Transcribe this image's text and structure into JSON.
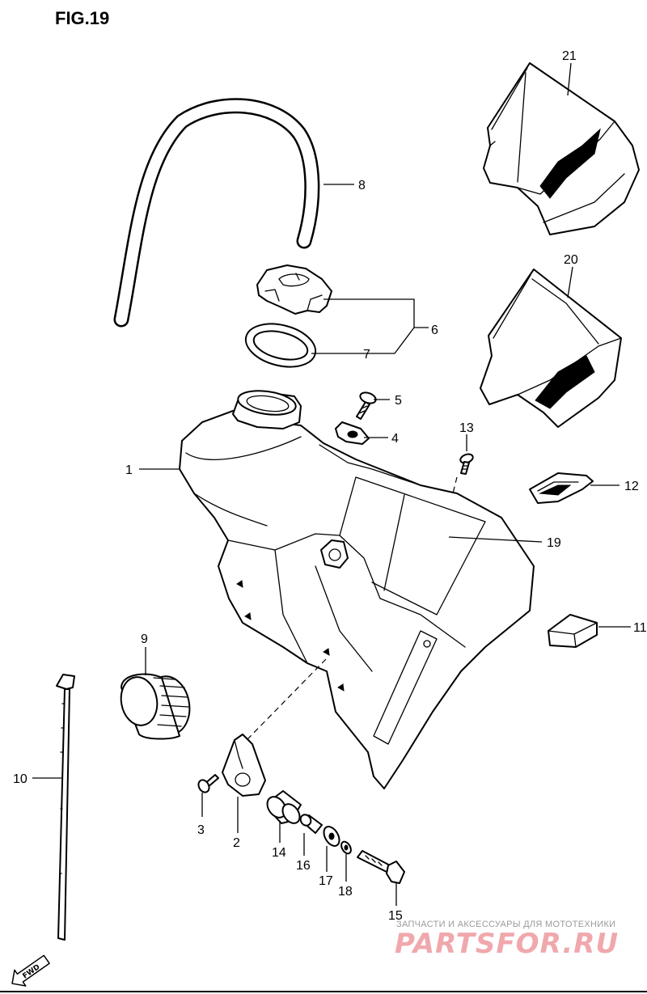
{
  "figure": {
    "title": "FIG.19"
  },
  "callouts": {
    "p1": "1",
    "p2": "2",
    "p3": "3",
    "p4": "4",
    "p5": "5",
    "p6": "6",
    "p7": "7",
    "p8": "8",
    "p9": "9",
    "p10": "10",
    "p11": "11",
    "p12": "12",
    "p13": "13",
    "p14": "14",
    "p15": "15",
    "p16": "16",
    "p17": "17",
    "p18": "18",
    "p19": "19",
    "p20": "20",
    "p21": "21"
  },
  "fwd_label": "FWD",
  "watermark": {
    "caption": "ЗАПЧАСТИ И АКСЕССУАРЫ ДЛЯ МОТОТЕХНИКИ",
    "logo": "PARTSFOR.RU",
    "logo_color": "#f0a8ad"
  }
}
